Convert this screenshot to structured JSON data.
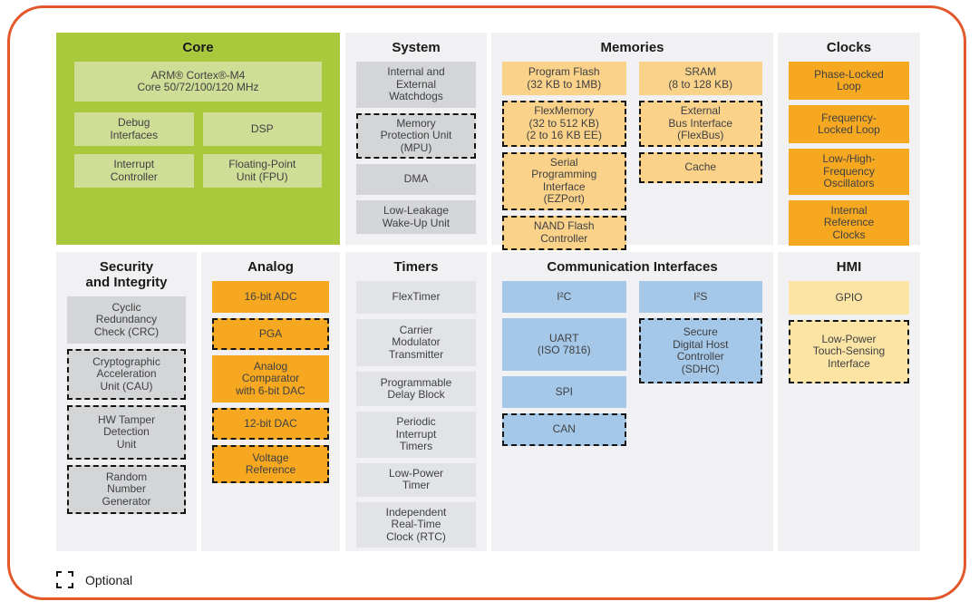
{
  "legend": {
    "label": "Optional"
  },
  "colors": {
    "frame_border": "#e2582a",
    "core_panel": "#a9c83b",
    "core_block": "#d0dd96",
    "panel_bg": "#f1f1f3",
    "gray_block": "#d4d5d6",
    "lightgray_block": "#e2e3e5",
    "tan_block": "#fbd28a",
    "orange_block": "#f6a820",
    "blue_block": "#a5c8e9",
    "cream_block": "#fce4a5"
  },
  "sections": [
    {
      "id": "core",
      "title": "Core",
      "theme": "green",
      "blocks": [
        {
          "id": "arm-cortex-m4",
          "label": "ARM® Cortex®-M4\nCore 50/72/100/120 MHz",
          "optional": false
        },
        {
          "id": "debug-interfaces",
          "label": "Debug\nInterfaces",
          "optional": false
        },
        {
          "id": "dsp",
          "label": "DSP",
          "optional": false
        },
        {
          "id": "interrupt-controller",
          "label": "Interrupt\nController",
          "optional": false
        },
        {
          "id": "fpu",
          "label": "Floating-Point\nUnit (FPU)",
          "optional": false
        }
      ]
    },
    {
      "id": "system",
      "title": "System",
      "theme": "gray",
      "columns": [
        {
          "blocks": [
            {
              "id": "watchdogs",
              "label": "Internal and\nExternal\nWatchdogs",
              "optional": false
            },
            {
              "id": "mpu",
              "label": "Memory\nProtection Unit\n(MPU)",
              "optional": true
            },
            {
              "id": "dma",
              "label": "DMA",
              "optional": false
            },
            {
              "id": "llwu",
              "label": "Low-Leakage\nWake-Up Unit",
              "optional": false
            }
          ]
        }
      ]
    },
    {
      "id": "memories",
      "title": "Memories",
      "theme": "tan",
      "columns": [
        {
          "blocks": [
            {
              "id": "program-flash",
              "label": "Program Flash\n(32 KB to 1MB)",
              "optional": false
            },
            {
              "id": "flexmemory",
              "label": "FlexMemory\n(32 to 512 KB)\n(2 to 16 KB EE)",
              "optional": true
            },
            {
              "id": "ezport",
              "label": "Serial\nProgramming\nInterface\n(EZPort)",
              "optional": true
            },
            {
              "id": "nand-flash",
              "label": "NAND Flash\nController",
              "optional": true
            }
          ]
        },
        {
          "blocks": [
            {
              "id": "sram",
              "label": "SRAM\n(8 to 128 KB)",
              "optional": false
            },
            {
              "id": "flexbus",
              "label": "External\nBus Interface\n(FlexBus)",
              "optional": true
            },
            {
              "id": "cache",
              "label": "Cache",
              "optional": true
            }
          ]
        }
      ]
    },
    {
      "id": "clocks",
      "title": "Clocks",
      "theme": "orange",
      "columns": [
        {
          "blocks": [
            {
              "id": "pll",
              "label": "Phase-Locked\nLoop",
              "optional": false
            },
            {
              "id": "fll",
              "label": "Frequency-\nLocked Loop",
              "optional": false
            },
            {
              "id": "oscillators",
              "label": "Low-/High-\nFrequency\nOscillators",
              "optional": false
            },
            {
              "id": "irc",
              "label": "Internal\nReference\nClocks",
              "optional": false
            }
          ]
        }
      ]
    },
    {
      "id": "security",
      "title": "Security\nand Integrity",
      "theme": "gray",
      "columns": [
        {
          "blocks": [
            {
              "id": "crc",
              "label": "Cyclic\nRedundancy\nCheck (CRC)",
              "optional": false
            },
            {
              "id": "cau",
              "label": "Cryptographic\nAcceleration\nUnit (CAU)",
              "optional": true
            },
            {
              "id": "hw-tamper",
              "label": "HW Tamper\nDetection\nUnit",
              "optional": true
            },
            {
              "id": "rng",
              "label": "Random\nNumber\nGenerator",
              "optional": true
            }
          ]
        }
      ]
    },
    {
      "id": "analog",
      "title": "Analog",
      "theme": "orange",
      "columns": [
        {
          "blocks": [
            {
              "id": "adc",
              "label": "16-bit ADC",
              "optional": false
            },
            {
              "id": "pga",
              "label": "PGA",
              "optional": true
            },
            {
              "id": "comparator",
              "label": "Analog\nComparator\nwith 6-bit DAC",
              "optional": false
            },
            {
              "id": "dac",
              "label": "12-bit DAC",
              "optional": true
            },
            {
              "id": "vref",
              "label": "Voltage\nReference",
              "optional": true
            }
          ]
        }
      ]
    },
    {
      "id": "timers",
      "title": "Timers",
      "theme": "lightgray",
      "columns": [
        {
          "blocks": [
            {
              "id": "flextimer",
              "label": "FlexTimer",
              "optional": false
            },
            {
              "id": "cmt",
              "label": "Carrier\nModulator\nTransmitter",
              "optional": false
            },
            {
              "id": "pdb",
              "label": "Programmable\nDelay Block",
              "optional": false
            },
            {
              "id": "pit",
              "label": "Periodic\nInterrupt\nTimers",
              "optional": false
            },
            {
              "id": "lpt",
              "label": "Low-Power\nTimer",
              "optional": false
            },
            {
              "id": "rtc",
              "label": "Independent\nReal-Time\nClock (RTC)",
              "optional": false
            }
          ]
        }
      ]
    },
    {
      "id": "comm",
      "title": "Communication Interfaces",
      "theme": "blue",
      "columns": [
        {
          "blocks": [
            {
              "id": "i2c",
              "label": "I²C",
              "optional": false
            },
            {
              "id": "uart",
              "label": "UART\n(ISO 7816)",
              "optional": false
            },
            {
              "id": "spi",
              "label": "SPI",
              "optional": false
            },
            {
              "id": "can",
              "label": "CAN",
              "optional": true
            }
          ]
        },
        {
          "blocks": [
            {
              "id": "i2s",
              "label": "I²S",
              "optional": false
            },
            {
              "id": "sdhc",
              "label": "Secure\nDigital Host\nController\n(SDHC)",
              "optional": true
            }
          ]
        }
      ]
    },
    {
      "id": "hmi",
      "title": "HMI",
      "theme": "cream",
      "columns": [
        {
          "blocks": [
            {
              "id": "gpio",
              "label": "GPIO",
              "optional": false
            },
            {
              "id": "touch",
              "label": "Low-Power\nTouch-Sensing\nInterface",
              "optional": true
            }
          ]
        }
      ]
    }
  ]
}
